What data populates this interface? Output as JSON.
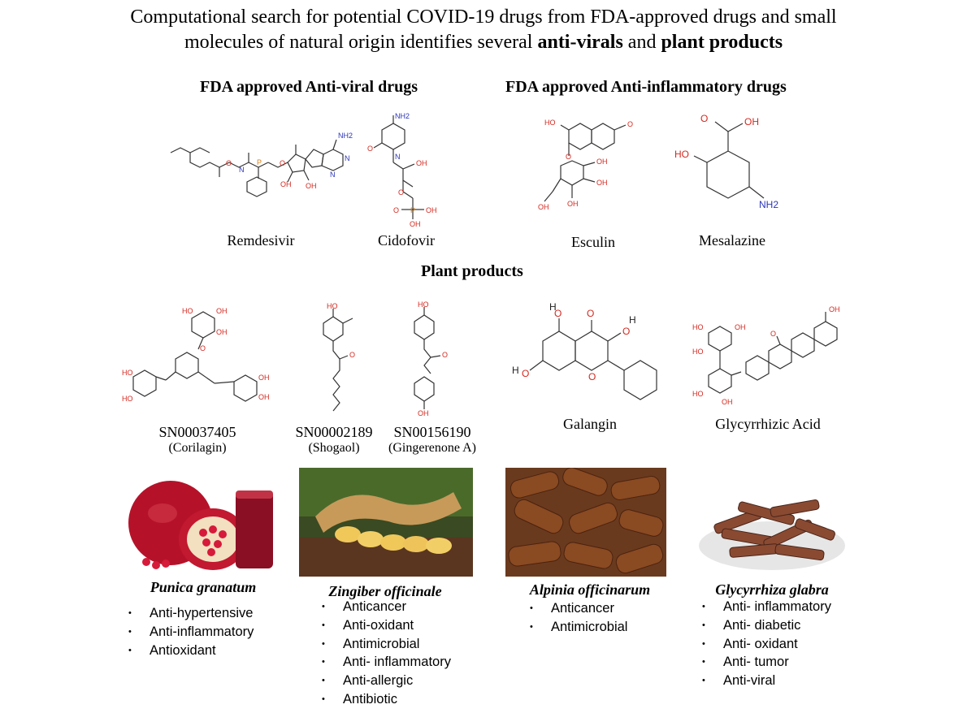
{
  "title": {
    "line1": "Computational search for potential COVID-19 drugs from FDA-approved drugs and small",
    "line2_pre": "molecules of natural origin identifies several ",
    "line2_b1": "anti-virals",
    "line2_mid": " and ",
    "line2_b2": "plant products"
  },
  "sections": {
    "antiviral": "FDA approved Anti-viral drugs",
    "antiinflammatory": "FDA approved Anti-inflammatory drugs",
    "plant": "Plant products"
  },
  "drugs": [
    {
      "name": "Remdesivir"
    },
    {
      "name": "Cidofovir"
    },
    {
      "name": "Esculin"
    },
    {
      "name": "Mesalazine"
    }
  ],
  "molecules": [
    {
      "id": "SN00037405",
      "common": "(Corilagin)"
    },
    {
      "id": "SN00002189",
      "common": "(Shogaol)"
    },
    {
      "id": "SN00156190",
      "common": "(Gingerenone A)"
    },
    {
      "id": "Galangin",
      "common": ""
    },
    {
      "id": "Glycyrrhizic Acid",
      "common": ""
    }
  ],
  "atoms": {
    "oh": "OH",
    "o": "O",
    "nh2": "NH2",
    "n": "N",
    "p": "P",
    "ho": "HO",
    "h": "H"
  },
  "plants": [
    {
      "species": "Punica granatum",
      "properties": [
        "Anti-hypertensive",
        "Anti-inflammatory",
        "Antioxidant"
      ]
    },
    {
      "species": "Zingiber officinale",
      "properties": [
        "Anticancer",
        "Anti-oxidant",
        "Antimicrobial",
        "Anti- inflammatory",
        "Anti-allergic",
        "Antibiotic"
      ]
    },
    {
      "species": "Alpinia officinarum",
      "properties": [
        "Anticancer",
        "Antimicrobial"
      ]
    },
    {
      "species": "Glycyrrhiza glabra",
      "properties": [
        "Anti- inflammatory",
        "Anti- diabetic",
        "Anti- oxidant",
        "Anti- tumor",
        "Anti-viral"
      ]
    }
  ],
  "colors": {
    "oxygen": "#d3281f",
    "nitrogen": "#2b35b8",
    "phosphorus": "#d07f20"
  }
}
